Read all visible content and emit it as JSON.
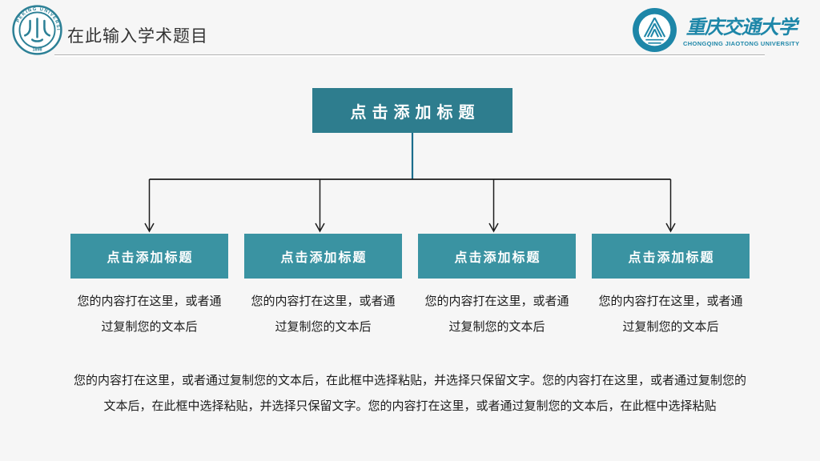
{
  "header": {
    "title": "在此输入学术题目",
    "pku_logo": {
      "ring_text": "PEKING UNIVERSITY",
      "year": "1898"
    },
    "cqjtu_logo": {
      "name_cn": "重庆交通大学",
      "name_en": "CHONGQING JIAOTONG UNIVERSITY"
    }
  },
  "colors": {
    "background": "#f6f6f6",
    "root_box": "#2e7d8e",
    "child_box": "#3a93a2",
    "connector_teal": "#1b6d8c",
    "connector_black": "#1c1c1c",
    "pku_teal": "#2c8096",
    "cqjtu_blue": "#1d86a8",
    "divider_gray": "#b3b3b3"
  },
  "diagram": {
    "root_label": "点击添加标题",
    "children": [
      {
        "label": "点击添加标题",
        "caption": "您的内容打在这里，或者通\n过复制您的文本后"
      },
      {
        "label": "点击添加标题",
        "caption": "您的内容打在这里，或者通\n过复制您的文本后"
      },
      {
        "label": "点击添加标题",
        "caption": "您的内容打在这里，或者通\n过复制您的文本后"
      },
      {
        "label": "点击添加标题",
        "caption": "您的内容打在这里，或者通\n过复制您的文本后"
      }
    ]
  },
  "footer": {
    "paragraph": "您的内容打在这里，或者通过复制您的文本后，在此框中选择粘贴，并选择只保留文字。您的内容打在这里，或者通过复制您的\n文本后，在此框中选择粘贴，并选择只保留文字。您的内容打在这里，或者通过复制您的文本后，在此框中选择粘贴"
  }
}
